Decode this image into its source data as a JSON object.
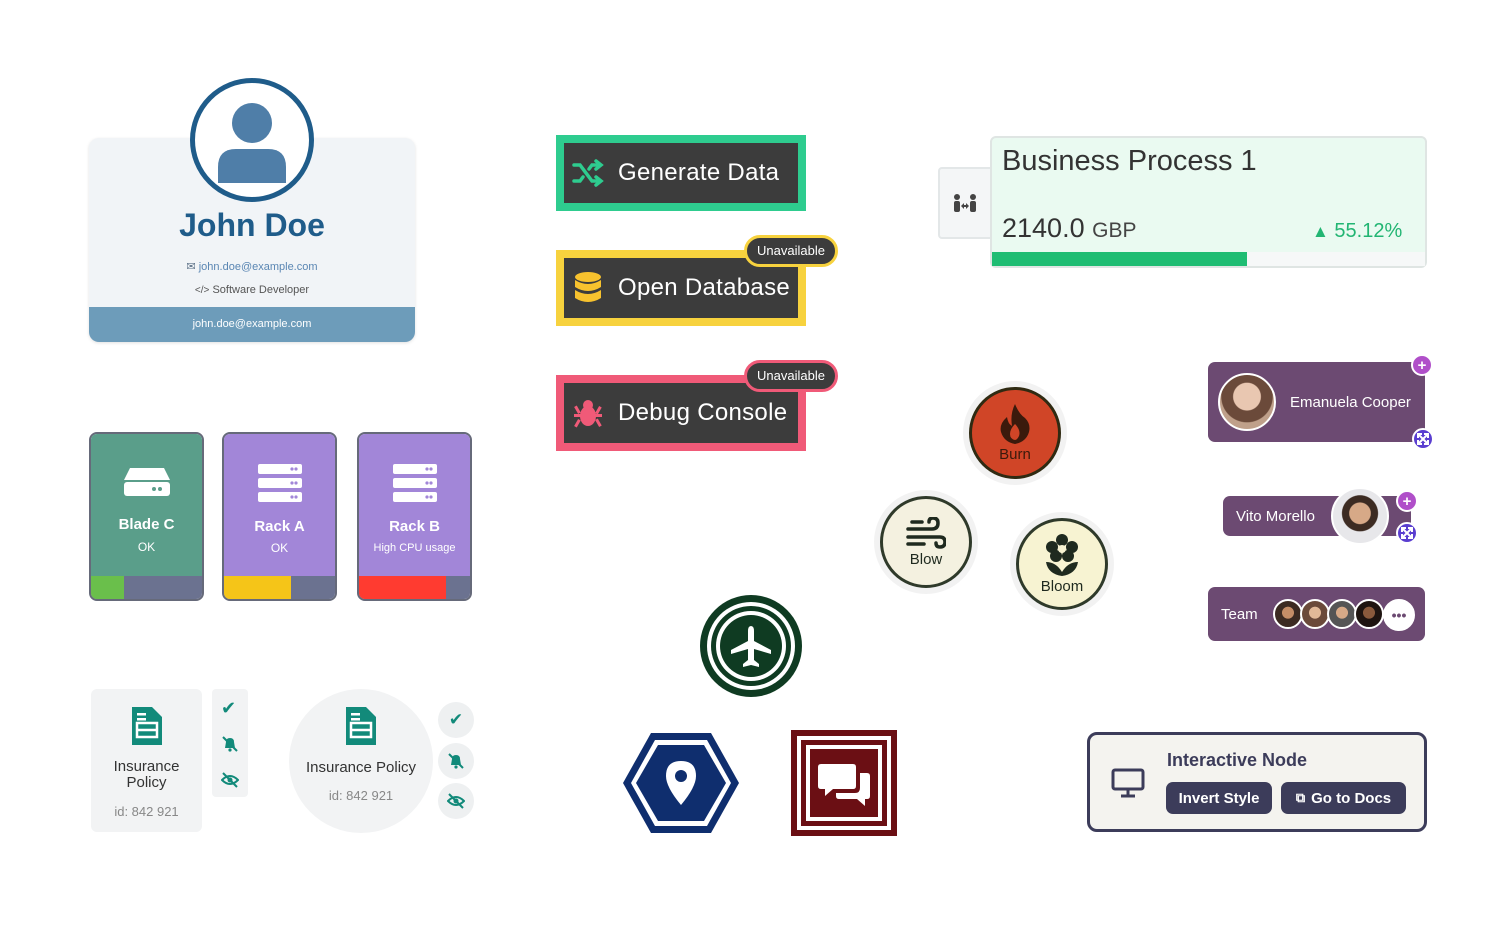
{
  "profile": {
    "name": "John Doe",
    "email": "john.doe@example.com",
    "role": "Software Developer",
    "footer_email": "john.doe@example.com"
  },
  "actions": {
    "generate": {
      "label": "Generate Data",
      "color": "#2ecc8f"
    },
    "open_db": {
      "label": "Open Database",
      "badge": "Unavailable",
      "color": "#f7d23e"
    },
    "debug": {
      "label": "Debug Console",
      "badge": "Unavailable",
      "color": "#f05a78"
    }
  },
  "business_process": {
    "title": "Business Process 1",
    "value": "2140.0",
    "currency": "GBP",
    "change": "55.12%",
    "progress_fraction": 0.59
  },
  "racks": [
    {
      "name": "Blade C",
      "state": "OK",
      "color": "#5a9e8a",
      "status_color": "#6abf4b",
      "status_fraction": 0.3
    },
    {
      "name": "Rack A",
      "state": "OK",
      "color": "#a286d8",
      "status_color": "#f5c518",
      "status_fraction": 0.6
    },
    {
      "name": "Rack B",
      "state": "High CPU usage",
      "color": "#a286d8",
      "status_color": "#ff3b30",
      "status_fraction": 0.78
    }
  ],
  "insurance": {
    "label_stacked_1": "Insurance",
    "label_stacked_2": "Policy",
    "label": "Insurance Policy",
    "id": "id: 842 921"
  },
  "round_nodes": {
    "burn": {
      "label": "Burn",
      "color": "#d04527"
    },
    "blow": {
      "label": "Blow",
      "color": "#f4f1e0"
    },
    "bloom": {
      "label": "Bloom",
      "color": "#f7f3d2"
    }
  },
  "people": {
    "emanuela": "Emanuela Cooper",
    "vito": "Vito Morello",
    "team": "Team"
  },
  "interactive_node": {
    "title": "Interactive Node",
    "invert_label": "Invert Style",
    "docs_label": "Go to Docs"
  }
}
